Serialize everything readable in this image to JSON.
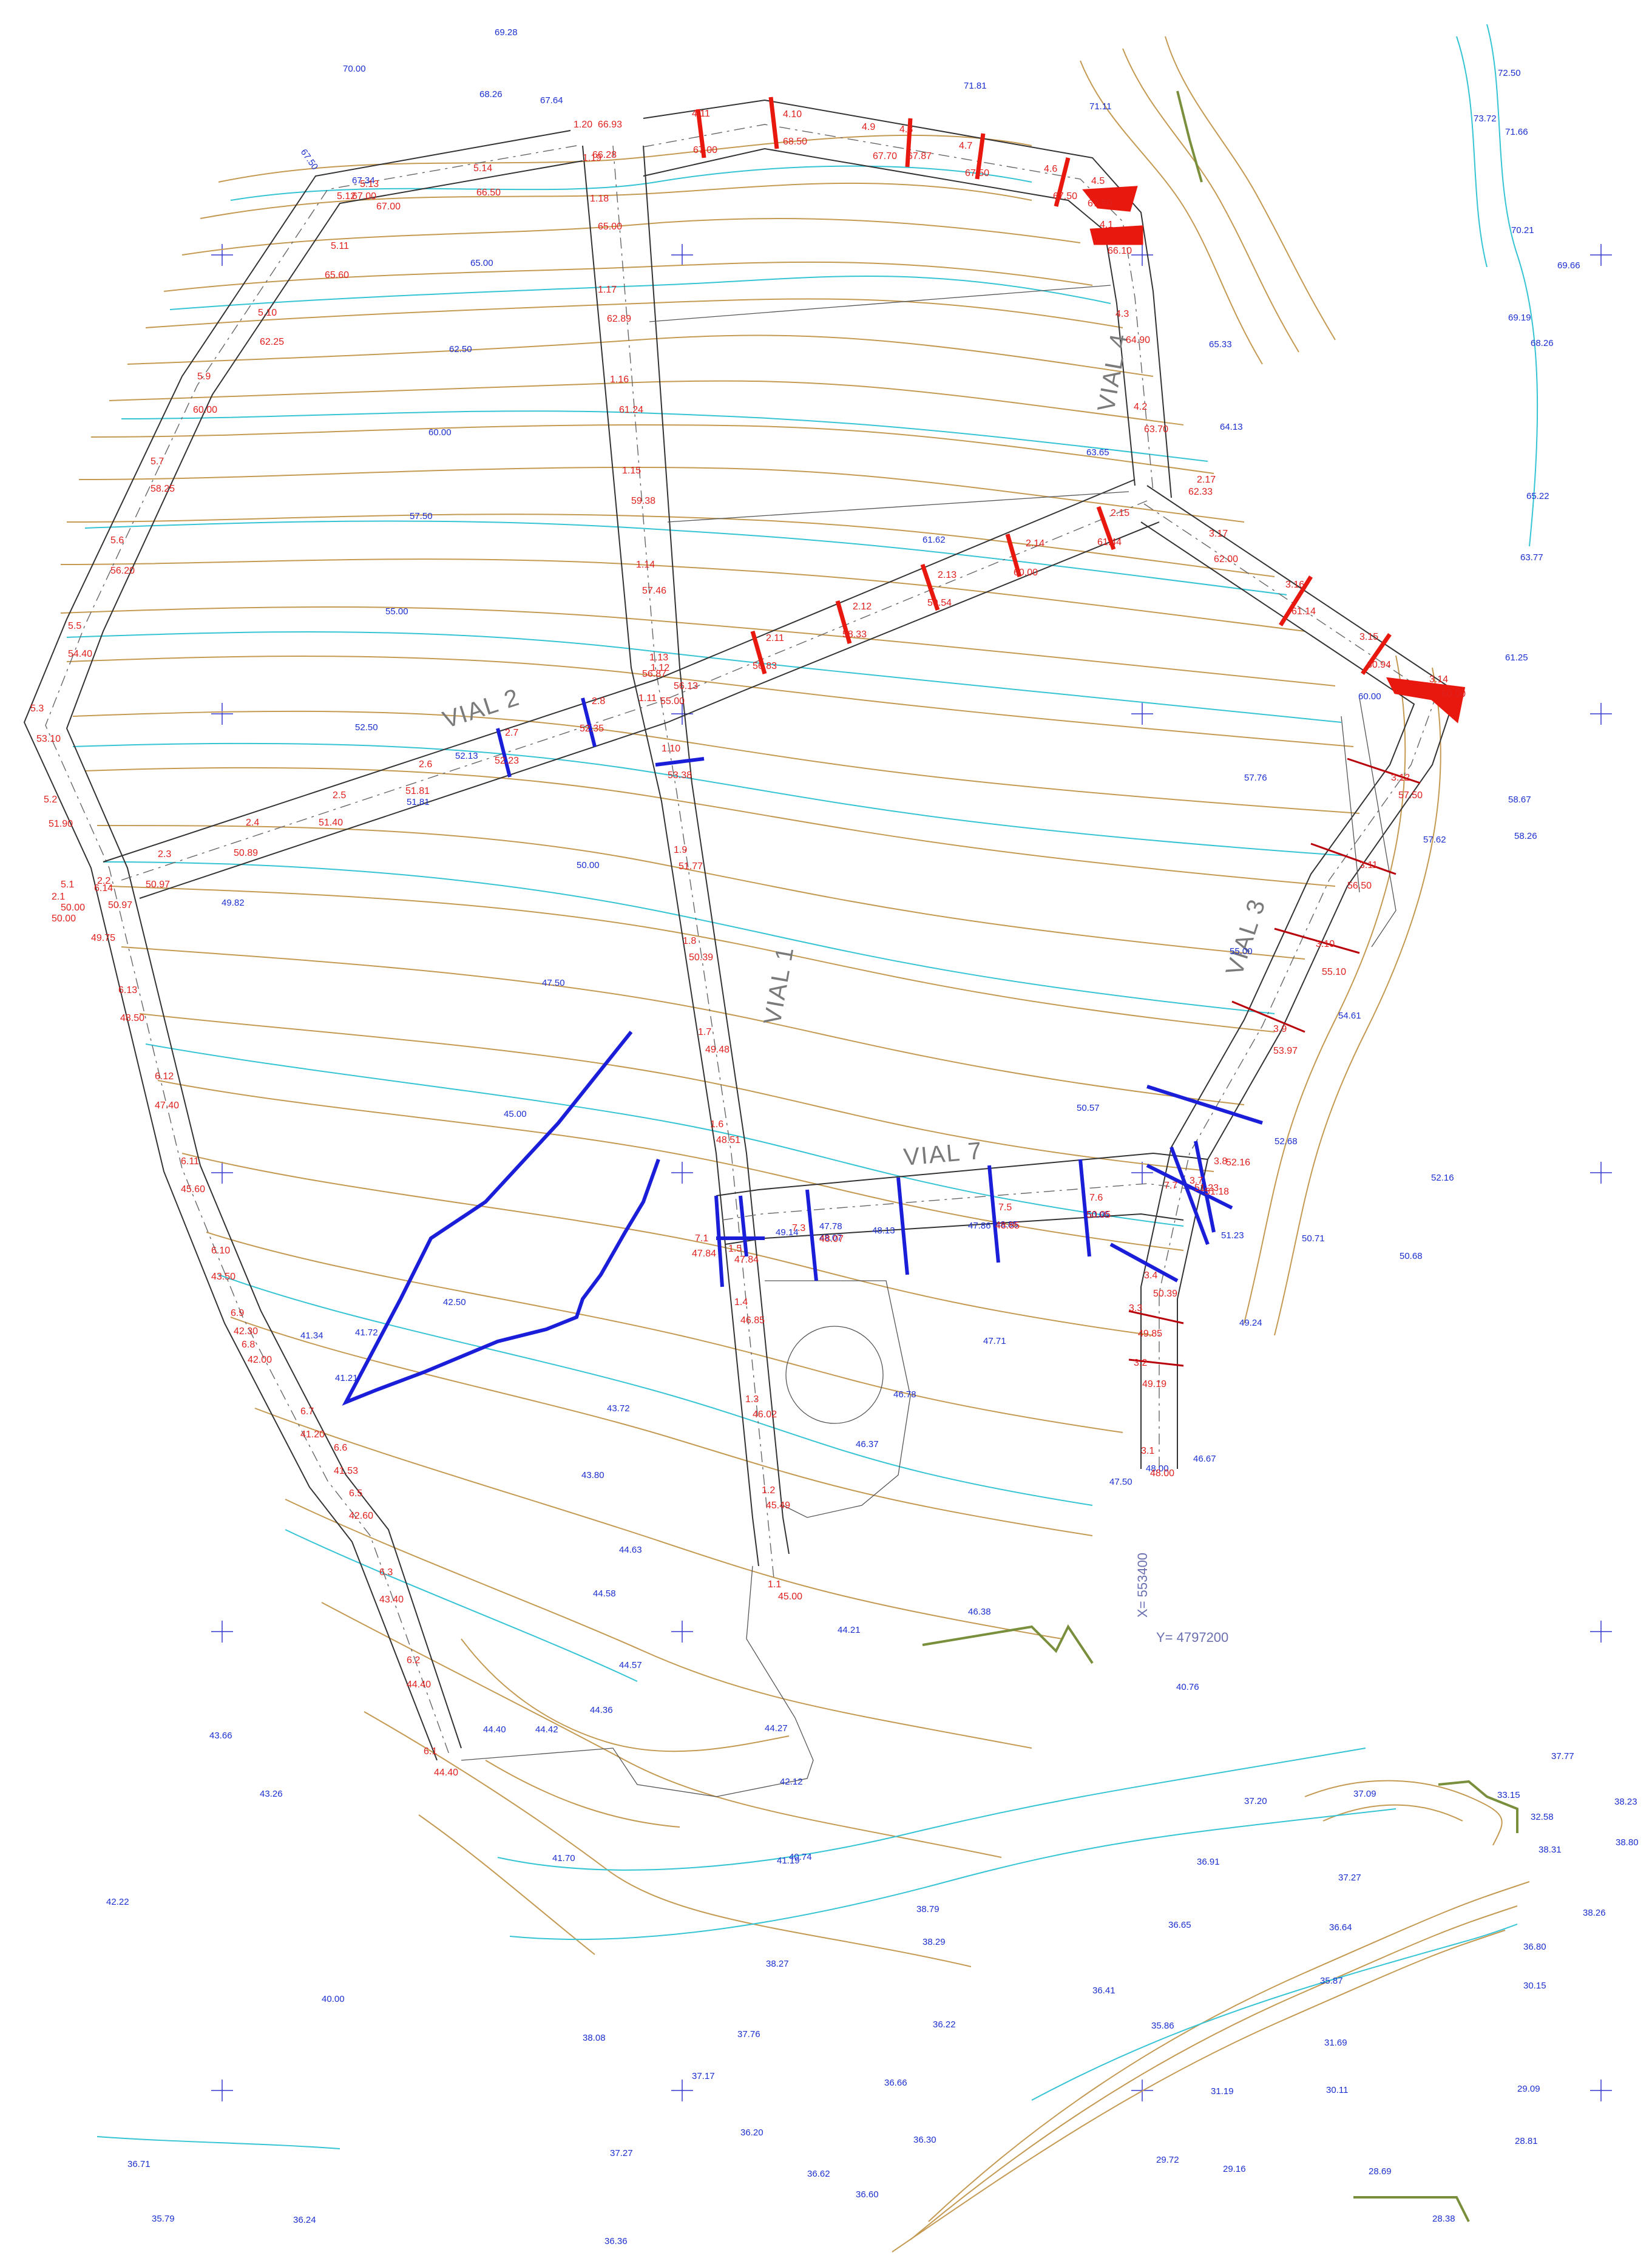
{
  "road_names": {
    "vial1": "VIAL 1",
    "vial2": "VIAL 2",
    "vial3": "VIAL 3",
    "vial4": "VIAL 4",
    "vial7": "VIAL 7"
  },
  "grid_coordinates": {
    "x_label": "X= 553400",
    "y_label": "Y= 4797200"
  },
  "colors": {
    "contour_major": "#c49a52",
    "contour_index": "#35c4d4",
    "profile_red": "#e8180f",
    "profile_blue": "#1a1ed8",
    "road_outline": "#333333",
    "label_blue": "#1c2fd0",
    "label_red": "#e0201e"
  },
  "elevation_labels": [
    "69.28",
    "70.00",
    "68.26",
    "67.64",
    "67.50",
    "67.34",
    "65.00",
    "62.50",
    "60.00",
    "57.50",
    "55.00",
    "52.50",
    "52.13",
    "51.81",
    "49.82",
    "50.00",
    "47.50",
    "45.00",
    "42.50",
    "41.34",
    "41.72",
    "41.21",
    "43.72",
    "43.80",
    "44.63",
    "44.58",
    "44.57",
    "44.21",
    "44.40",
    "44.42",
    "44.36",
    "44.27",
    "42.12",
    "41.70",
    "41.19",
    "40.74",
    "43.66",
    "43.26",
    "42.22",
    "40.00",
    "38.08",
    "37.76",
    "37.17",
    "37.27",
    "36.71",
    "35.79",
    "36.24",
    "36.36",
    "36.20",
    "36.62",
    "36.60",
    "36.66",
    "36.30",
    "36.22",
    "38.27",
    "38.79",
    "38.29",
    "36.65",
    "36.41",
    "35.86",
    "36.91",
    "37.20",
    "37.09",
    "37.27",
    "36.64",
    "35.87",
    "31.69",
    "31.19",
    "30.11",
    "29.72",
    "29.16",
    "28.69",
    "28.38",
    "29.09",
    "28.81",
    "30.15",
    "36.80",
    "38.31",
    "38.26",
    "38.80",
    "38.23",
    "37.77",
    "33.15",
    "32.58",
    "71.81",
    "71.11",
    "72.50",
    "73.72",
    "71.66",
    "70.21",
    "69.66",
    "69.19",
    "68.26",
    "65.33",
    "64.13",
    "63.65",
    "61.62",
    "65.22",
    "63.77",
    "61.25",
    "60.00",
    "58.67",
    "58.26",
    "57.76",
    "57.62",
    "55.00",
    "54.61",
    "52.68",
    "52.16",
    "50.71",
    "50.68",
    "50.57",
    "51.23",
    "49.24",
    "46.67",
    "48.00",
    "47.71",
    "46.78",
    "46.37",
    "46.38",
    "40.76",
    "47.50",
    "49.14",
    "48.07",
    "47.78",
    "48.13",
    "47.86",
    "48.85",
    "50.05"
  ],
  "profile_labels": [
    {
      "code": "1.1",
      "elev": "45.00"
    },
    {
      "code": "1.2",
      "elev": "45.49"
    },
    {
      "code": "1.3",
      "elev": "46.02"
    },
    {
      "code": "1.4",
      "elev": "46.85"
    },
    {
      "code": "1.5",
      "elev": "47.84"
    },
    {
      "code": "1.6",
      "elev": "48.51"
    },
    {
      "code": "1.7",
      "elev": "49.48"
    },
    {
      "code": "1.8",
      "elev": "50.39"
    },
    {
      "code": "1.9",
      "elev": "51.77"
    },
    {
      "code": "1.10",
      "elev": "53.38"
    },
    {
      "code": "1.11",
      "elev": "55.00"
    },
    {
      "code": "1.12",
      "elev": "56.13"
    },
    {
      "code": "1.13",
      "elev": "56.87"
    },
    {
      "code": "1.14",
      "elev": "57.46"
    },
    {
      "code": "1.15",
      "elev": "59.38"
    },
    {
      "code": "1.16",
      "elev": "61.24"
    },
    {
      "code": "1.17",
      "elev": "62.89"
    },
    {
      "code": "1.18",
      "elev": "65.00"
    },
    {
      "code": "1.19",
      "elev": "66.28"
    },
    {
      "code": "1.20",
      "elev": "66.93"
    },
    {
      "code": "2.1",
      "elev": "50.00"
    },
    {
      "code": "2.2",
      "elev": "50.97"
    },
    {
      "code": "2.3",
      "elev": "50.97"
    },
    {
      "code": "2.4",
      "elev": "50.89"
    },
    {
      "code": "2.5",
      "elev": "51.40"
    },
    {
      "code": "2.6",
      "elev": "51.81"
    },
    {
      "code": "2.7",
      "elev": "52.23"
    },
    {
      "code": "2.8",
      "elev": "52.35"
    },
    {
      "code": "2.11",
      "elev": "56.83"
    },
    {
      "code": "2.12",
      "elev": "58.33"
    },
    {
      "code": "2.13",
      "elev": "59.54"
    },
    {
      "code": "2.14",
      "elev": "60.00"
    },
    {
      "code": "2.15",
      "elev": "61.44"
    },
    {
      "code": "2.17",
      "elev": "62.33"
    },
    {
      "code": "3.1",
      "elev": "48.00"
    },
    {
      "code": "3.2",
      "elev": "49.19"
    },
    {
      "code": "3.3",
      "elev": "49.85"
    },
    {
      "code": "3.4",
      "elev": "50.39"
    },
    {
      "code": "3.7",
      "elev": "51.18"
    },
    {
      "code": "3.8",
      "elev": "52.16"
    },
    {
      "code": "3.9",
      "elev": "53.97"
    },
    {
      "code": "3.10",
      "elev": "55.10"
    },
    {
      "code": "3.11",
      "elev": "56.50"
    },
    {
      "code": "3.12",
      "elev": "57.50"
    },
    {
      "code": "3.14",
      "elev": "60.00"
    },
    {
      "code": "3.15",
      "elev": "60.94"
    },
    {
      "code": "3.16",
      "elev": "61.14"
    },
    {
      "code": "3.17",
      "elev": "62.00"
    },
    {
      "code": "4.1",
      "elev": "66.10"
    },
    {
      "code": "4.2",
      "elev": "63.70"
    },
    {
      "code": "4.3",
      "elev": "64.90"
    },
    {
      "code": "4.5",
      "elev": "67.50"
    },
    {
      "code": "4.6",
      "elev": "67.50"
    },
    {
      "code": "4.7",
      "elev": "67.50"
    },
    {
      "code": "4.8",
      "elev": "67.87"
    },
    {
      "code": "4.9",
      "elev": "67.70"
    },
    {
      "code": "4.10",
      "elev": "68.50"
    },
    {
      "code": "4.11",
      "elev": "67.00"
    },
    {
      "code": "5.1",
      "elev": "50.00"
    },
    {
      "code": "5.2",
      "elev": "51.90"
    },
    {
      "code": "5.3",
      "elev": "53.10"
    },
    {
      "code": "5.5",
      "elev": "54.40"
    },
    {
      "code": "5.6",
      "elev": "56.20"
    },
    {
      "code": "5.7",
      "elev": "58.25"
    },
    {
      "code": "5.9",
      "elev": "60.00"
    },
    {
      "code": "5.10",
      "elev": "62.25"
    },
    {
      "code": "5.11",
      "elev": "65.60"
    },
    {
      "code": "5.12",
      "elev": "67.00"
    },
    {
      "code": "5.13",
      "elev": "67.00"
    },
    {
      "code": "5.14",
      "elev": "66.50"
    },
    {
      "code": "6.1",
      "elev": "44.40"
    },
    {
      "code": "6.2",
      "elev": "44.40"
    },
    {
      "code": "6.3",
      "elev": "43.40"
    },
    {
      "code": "6.5",
      "elev": "42.60"
    },
    {
      "code": "6.6",
      "elev": "41.53"
    },
    {
      "code": "6.7",
      "elev": "41.20"
    },
    {
      "code": "6.8",
      "elev": "42.00"
    },
    {
      "code": "6.9",
      "elev": "42.30"
    },
    {
      "code": "6.10",
      "elev": "43.50"
    },
    {
      "code": "6.11",
      "elev": "45.60"
    },
    {
      "code": "6.12",
      "elev": "47.40"
    },
    {
      "code": "6.13",
      "elev": "48.50"
    },
    {
      "code": "6.14",
      "elev": "49.75"
    },
    {
      "code": "7.1",
      "elev": "47.84"
    },
    {
      "code": "7.3",
      "elev": "48.07"
    },
    {
      "code": "7.5",
      "elev": "48.85"
    },
    {
      "code": "7.6",
      "elev": "50.05"
    },
    {
      "code": "7.7",
      "elev": "51.23"
    }
  ]
}
